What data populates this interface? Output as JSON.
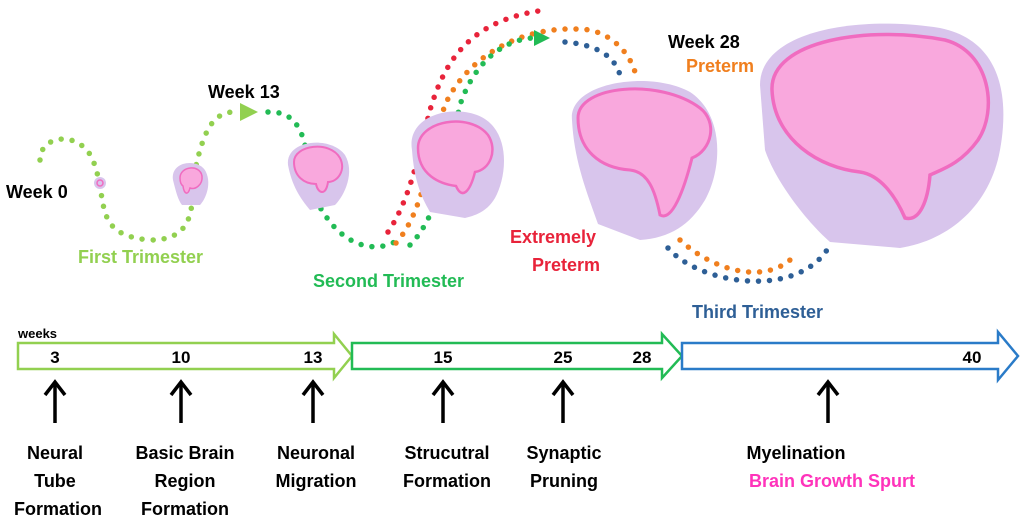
{
  "colors": {
    "first": "#92d050",
    "second": "#22bb55",
    "third": "#2e5f96",
    "extreme": "#e8233a",
    "preterm": "#f07f1e",
    "brain_pink": "#f06cc0",
    "head_fill": "#d8c5ec",
    "milestone_pink": "#ff33bb"
  },
  "labels": {
    "week0": "Week 0",
    "week13": "Week 13",
    "week28": "Week 28",
    "preterm": "Preterm",
    "first_trimester": "First Trimester",
    "second_trimester": "Second Trimester",
    "third_trimester": "Third Trimester",
    "extremely": "Extremely",
    "preterm2": "Preterm"
  },
  "timeline": {
    "unit": "weeks",
    "ticks": [
      "3",
      "10",
      "13",
      "15",
      "25",
      "28",
      "40"
    ]
  },
  "milestones": [
    {
      "lines": [
        "Neural",
        "Tube",
        "Formation"
      ]
    },
    {
      "lines": [
        "Basic Brain",
        "Region",
        "Formation"
      ]
    },
    {
      "lines": [
        "Neuronal",
        "Migration"
      ]
    },
    {
      "lines": [
        "Strucutral",
        "Formation"
      ]
    },
    {
      "lines": [
        "Synaptic",
        "Pruning"
      ]
    },
    {
      "lines": [
        "Myelination",
        "Brain Growth Spurt"
      ]
    }
  ]
}
